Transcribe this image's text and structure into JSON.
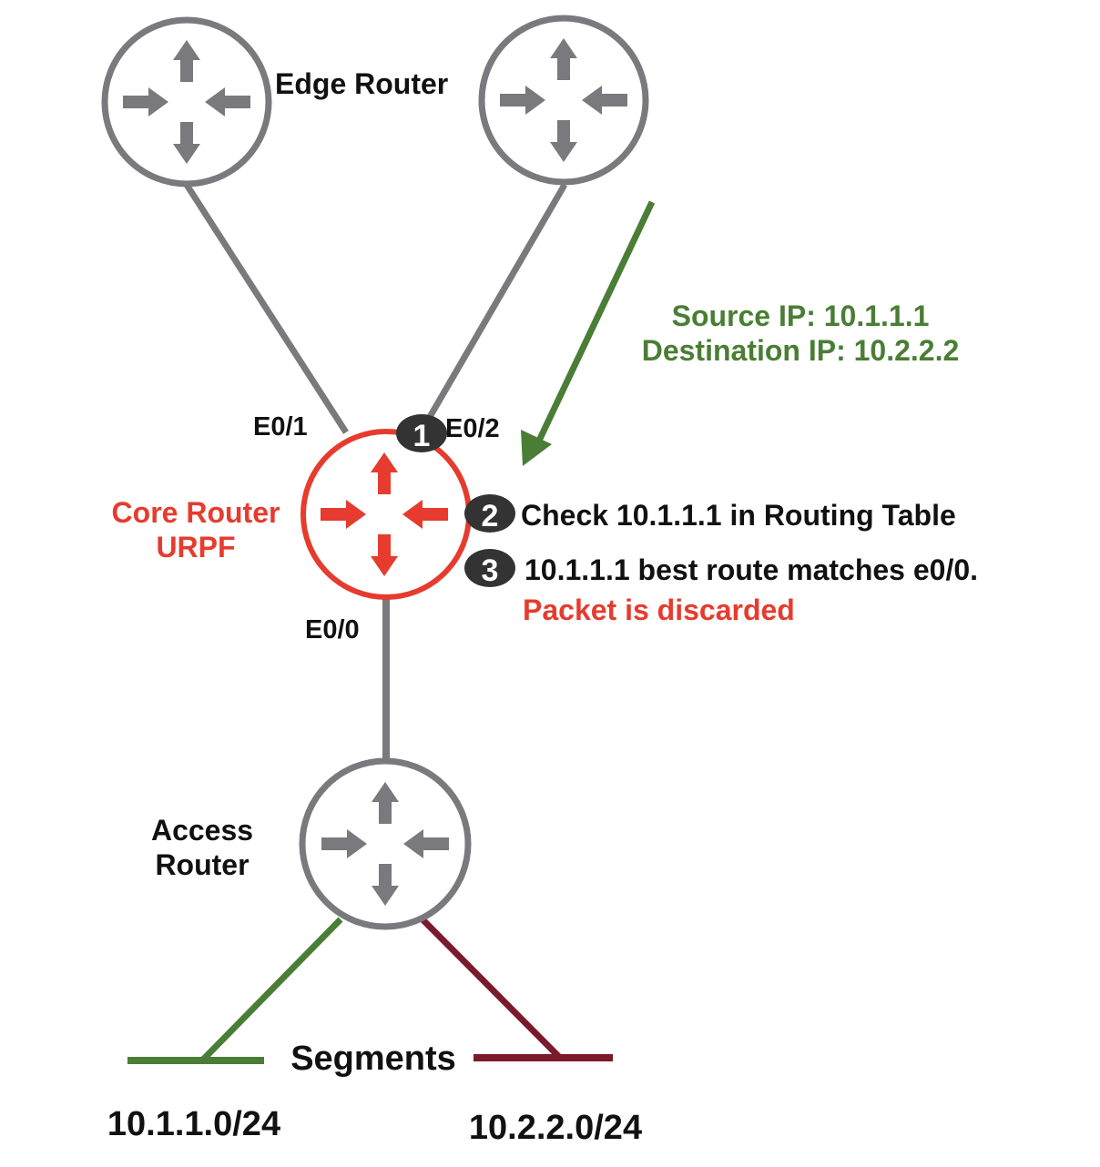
{
  "routers": {
    "edge_label": "Edge Router",
    "core_label_line1": "Core Router",
    "core_label_line2": "URPF",
    "access_label_line1": "Access",
    "access_label_line2": "Router"
  },
  "interfaces": {
    "e01": "E0/1",
    "e02": "E0/2",
    "e00": "E0/0"
  },
  "packet": {
    "source": "Source IP: 10.1.1.1",
    "destination": "Destination IP: 10.2.2.2"
  },
  "steps": {
    "step1_number": "1",
    "step2_number": "2",
    "step2_text": "Check 10.1.1.1 in Routing Table",
    "step3_number": "3",
    "step3_text": "10.1.1.1 best route matches e0/0.",
    "result_text": "Packet is discarded"
  },
  "segments": {
    "title": "Segments",
    "left_subnet": "10.1.1.0/24",
    "right_subnet": "10.2.2.0/24"
  },
  "colors": {
    "router_gray": "#7a797d",
    "core_red": "#e63b2e",
    "packet_green": "#4a7d35",
    "segment_maroon": "#7a1a2a",
    "step_badge": "#333333"
  },
  "icons": {
    "router": "router-arrows-icon"
  }
}
